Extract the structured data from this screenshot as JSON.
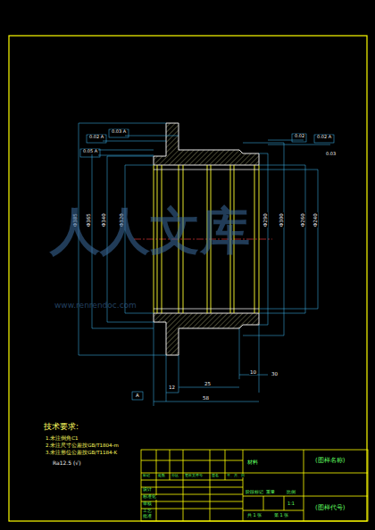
{
  "diagram": {
    "labels": [
      "0.02 A",
      "0.03 A",
      "0.05 A",
      "0.02",
      "0.02 A",
      "0.03",
      "Φ385",
      "Φ365",
      "Φ340",
      "Φ320",
      "Φ290",
      "Φ300",
      "Φ260",
      "Φ240",
      "10",
      "25",
      "58",
      "12",
      "30",
      "A",
      "人人文库",
      "www.renrendoc.com",
      "技术要求:",
      "1.未注倒角C1",
      "2.未注尺寸公差按GB/T1804-m",
      "3.未注形位公差按GB/T1184-K",
      "Ra12.5 (√)",
      "材料",
      "(图样名称)",
      "标记",
      "处数",
      "分区",
      "更改文件号",
      "签名",
      "年、月、日",
      "设计",
      "标准化",
      "审核",
      "工艺",
      "批准",
      "阶段标记",
      "重量",
      "比例",
      "1:1",
      "共 1 张",
      "第 1 张",
      "(图样代号)"
    ]
  }
}
